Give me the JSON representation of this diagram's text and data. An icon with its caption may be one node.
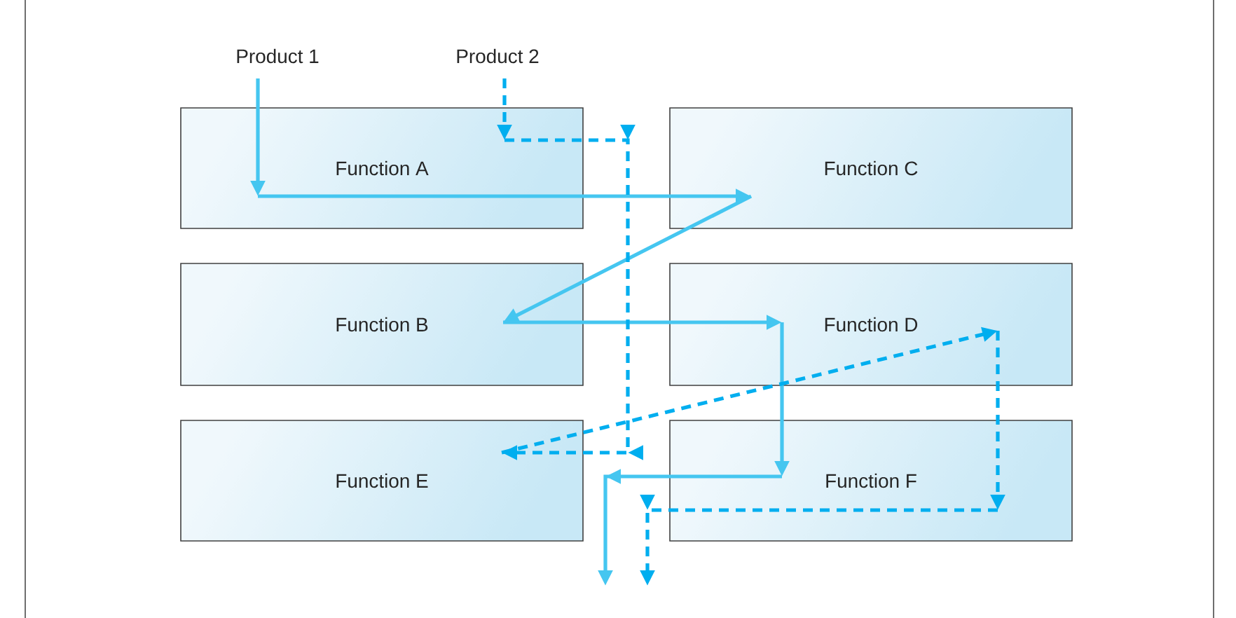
{
  "diagram": {
    "nodes": [
      {
        "text": [
          "Product 1"
        ]
      },
      {
        "text": [
          "Product 2"
        ]
      },
      {
        "text": [
          "Function A"
        ]
      },
      {
        "text": [
          "Function C"
        ]
      },
      {
        "text": [
          "Function B"
        ]
      },
      {
        "text": [
          "Function D"
        ]
      },
      {
        "text": [
          "Function E"
        ]
      },
      {
        "text": [
          "Function F"
        ]
      }
    ],
    "edges": [
      {
        "from": 0,
        "to": 2,
        "arrow": "to"
      },
      {
        "from": 2,
        "to": 3,
        "arrow": "to"
      },
      {
        "from": 3,
        "to": 4,
        "arrow": "to"
      },
      {
        "from": 4,
        "to": 5,
        "arrow": "to"
      },
      {
        "from": 5,
        "to": 7,
        "arrow": "to"
      },
      {
        "from": 7,
        "to": null,
        "arrow": "to"
      },
      {
        "from": 1,
        "to": 2,
        "arrow": "to",
        "style": "dashed"
      },
      {
        "from": 2,
        "to": 6,
        "arrow": "to",
        "style": "dashed"
      },
      {
        "from": 6,
        "to": 5,
        "arrow": "to",
        "style": "dashed"
      },
      {
        "from": 5,
        "to": 7,
        "arrow": "to",
        "style": "dashed"
      },
      {
        "from": 7,
        "to": null,
        "arrow": "to",
        "style": "dashed"
      }
    ]
  }
}
